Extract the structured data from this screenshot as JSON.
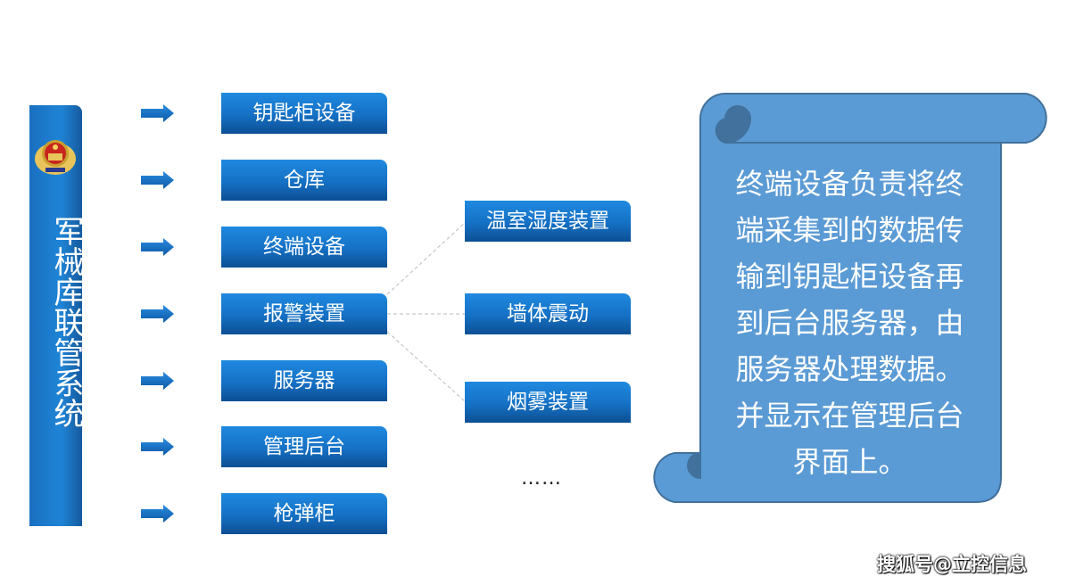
{
  "sidebar": {
    "title": "军械库联管系统",
    "emblem": "police-emblem"
  },
  "left_items": [
    "钥匙柜设备",
    "仓库",
    "终端设备",
    "报警装置",
    "服务器",
    "管理后台",
    "枪弹柜"
  ],
  "alarm_items": [
    "温室湿度装置",
    "墙体震动",
    "烟雾装置"
  ],
  "ellipsis": "……",
  "scroll": {
    "lines": [
      "终端设备负责将终",
      "端采集到的数据传",
      "输到钥匙柜设备再",
      "到后台服务器，由",
      "服务器处理数据。",
      "并显示在管理后台",
      "界面上。"
    ]
  },
  "watermark": "搜狐号@立控信息",
  "colors": {
    "primary": "#1570c4",
    "scroll": "#5b9bd5",
    "scroll_border": "#41719c"
  }
}
